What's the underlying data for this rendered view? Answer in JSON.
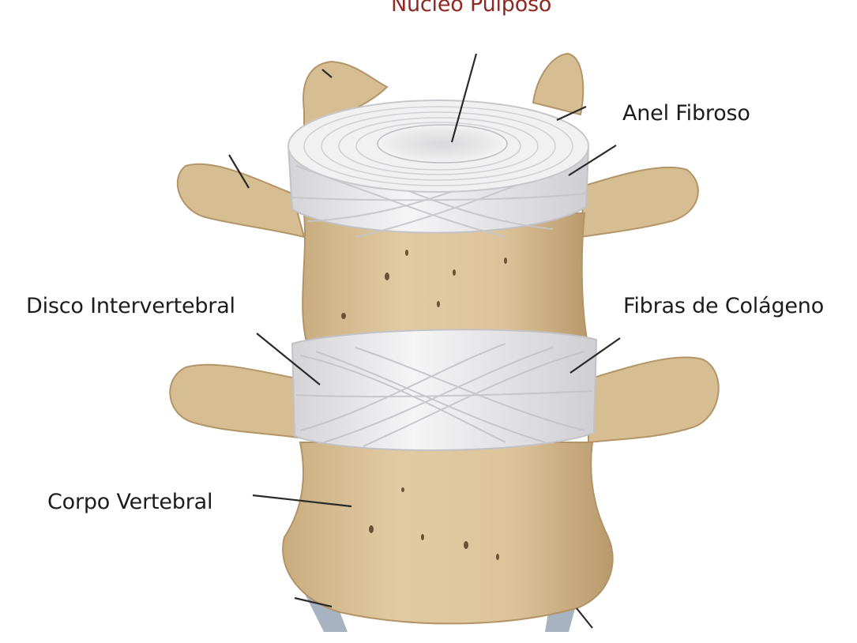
{
  "labels": {
    "nucleo_pulposo": "Núcleo Pulposo",
    "anel_fibroso": "Anel Fibroso",
    "disco_intervertebral": "Disco Intervertebral",
    "fibras_colageno": "Fibras de Colágeno",
    "corpo_vertebral": "Corpo Vertebral"
  },
  "colors": {
    "bone": "#dcc49b",
    "bone_shadow": "#b89a6c",
    "disc": "#eeeeef",
    "disc_shadow": "#c8c8cc",
    "nucleus_label": "#8e2a22",
    "leader_line": "#2a2a2a"
  }
}
